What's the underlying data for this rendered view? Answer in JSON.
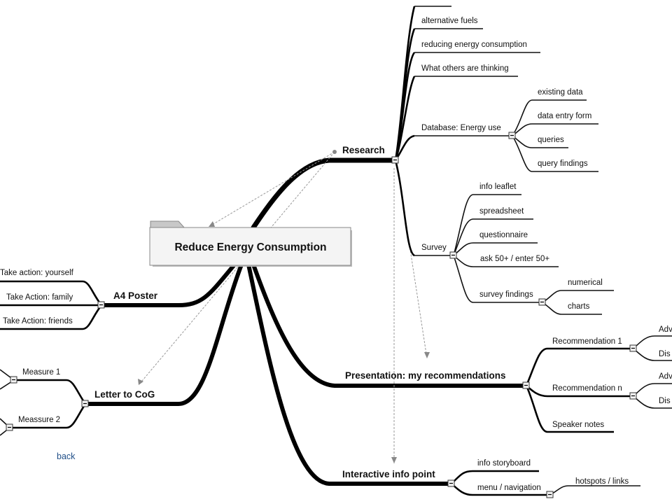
{
  "root": {
    "label": "Reduce  Energy Consumption"
  },
  "research": {
    "label": "Research",
    "items": [
      "alternative fuels",
      "reducing energy consumption",
      "What others are thinking"
    ],
    "database": {
      "label": "Database: Energy use",
      "items": [
        "existing data",
        "data entry form",
        "queries",
        "query findings"
      ]
    },
    "survey": {
      "label": "Survey",
      "items": [
        "info leaflet",
        "spreadsheet",
        "questionnaire",
        "ask 50+ / enter 50+"
      ],
      "findings": {
        "label": "survey findings",
        "items": [
          "numerical",
          "charts"
        ]
      }
    }
  },
  "presentation": {
    "label": "Presentation: my recommendations",
    "rec1": {
      "label": "Recommendation 1",
      "items": [
        "Adv",
        "Dis"
      ]
    },
    "recn": {
      "label": "Recommendation n",
      "items": [
        "Adv",
        "Dis"
      ]
    },
    "notes": "Speaker notes"
  },
  "info_point": {
    "label": "Interactive info point",
    "items": [
      "info storyboard",
      "menu / navigation"
    ],
    "menu_child": "hotspots / links"
  },
  "poster": {
    "label": "A4 Poster",
    "items": [
      "Take action: yourself",
      "Take Action: family",
      "Take Action: friends"
    ]
  },
  "letter": {
    "label": "Letter to CoG",
    "items": [
      "Measure 1",
      "Meassure 2"
    ]
  },
  "back_link": "back"
}
